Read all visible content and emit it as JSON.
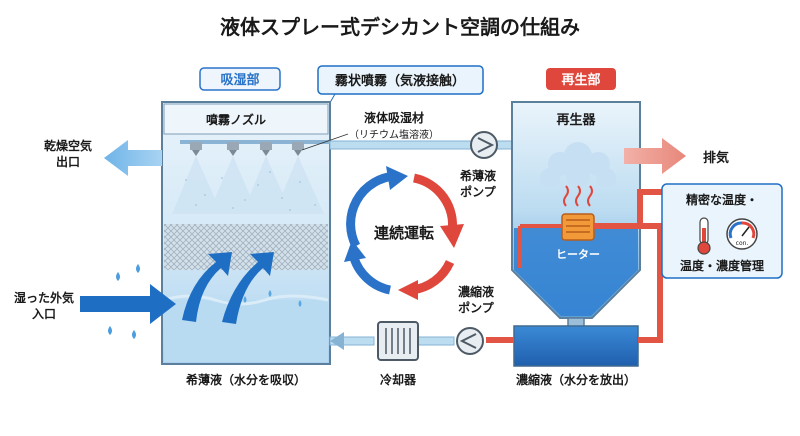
{
  "title": "液体スプレー式デシカント空調の仕組み",
  "sections": {
    "absorber": "吸湿部",
    "regenerator": "再生部"
  },
  "callouts": {
    "spray_mist": "霧状噴霧（気液接触）",
    "control": "精密な温度・",
    "control_line2": "温度・濃度管理"
  },
  "absorber": {
    "nozzle_label": "噴霧ノズル",
    "absorbent_line1": "液体吸湿材",
    "absorbent_line2": "（リチウム塩溶液）",
    "dry_air_line1": "乾燥空気",
    "dry_air_line2": "出口",
    "humid_air_line1": "湿った外気",
    "humid_air_line2": "入口",
    "bottom_label": "希薄液（水分を吸収）"
  },
  "cycle": {
    "label": "連続運転"
  },
  "pumps": {
    "dilute_line1": "希薄液",
    "dilute_line2": "ポンプ",
    "concentrated_line1": "濃縮液",
    "concentrated_line2": "ポンプ"
  },
  "cooler": {
    "label": "冷却器"
  },
  "regenerator": {
    "title": "再生器",
    "heater": "ヒーター",
    "exhaust": "排気",
    "bottom_label": "濃縮液（水分を放出）"
  },
  "icons": {
    "thermometer": "thermometer-icon",
    "gauge": "concentration-gauge-icon",
    "gauge_text": "con."
  },
  "colors": {
    "blue_arrow": "#1e6fc4",
    "red_arrow": "#e0473c",
    "dilute_pipe": "#bcdcf0",
    "hot_pipe": "#e25545",
    "tank_liquid": "#2c7fd0",
    "callout_border": "#1e6fc4",
    "absorber_badge": "#2a73c9",
    "regenerator_badge": "#e0473c"
  }
}
